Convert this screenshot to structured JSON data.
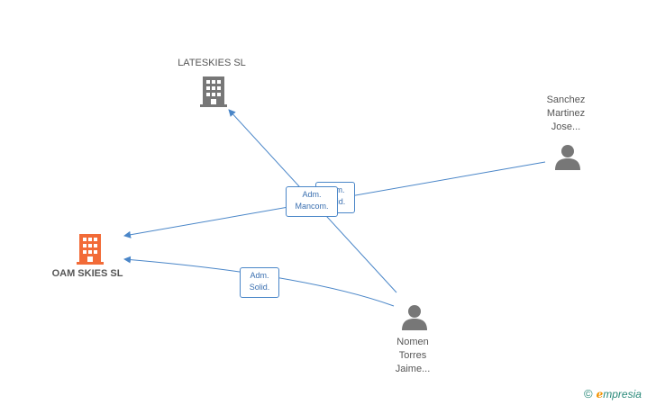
{
  "nodes": {
    "lateskies": {
      "name": "LATESKIES SL",
      "icon": "building-icon",
      "color": "#777777"
    },
    "oam": {
      "name": "OAM SKIES SL",
      "icon": "building-icon",
      "color": "#f26b38"
    },
    "sanchez": {
      "line1": "Sanchez",
      "line2": "Martinez",
      "line3": "Jose...",
      "icon": "person-icon",
      "color": "#777777"
    },
    "nomen": {
      "line1": "Nomen",
      "line2": "Torres",
      "line3": "Jaime...",
      "icon": "person-icon",
      "color": "#777777"
    }
  },
  "edges": {
    "adm_mancom": {
      "line1": "Adm.",
      "line2": "Mancom."
    },
    "adm_solid_hidden": {
      "line1": "Adm.",
      "line2": "Solid."
    },
    "adm_solid": {
      "line1": "Adm.",
      "line2": "Solid."
    }
  },
  "colors": {
    "edge": "#4a86c8"
  },
  "watermark": {
    "copyright": "©",
    "e": "e",
    "brand": "mpresia"
  }
}
